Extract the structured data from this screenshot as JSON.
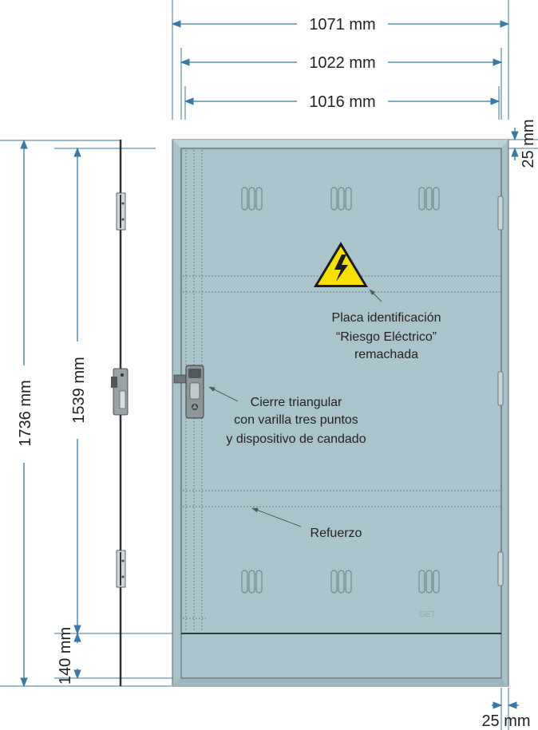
{
  "dimensions": {
    "outer_width": "1071 mm",
    "door_width": "1022 mm",
    "inner_width": "1016 mm",
    "frame_top": "25 mm",
    "frame_side": "25 mm",
    "total_height": "1736 mm",
    "door_height": "1539 mm",
    "base_height": "140 mm"
  },
  "annotations": {
    "plate": [
      "Placa identificación",
      "“Riesgo Eléctrico”",
      "remachada"
    ],
    "lock": [
      "Cierre triangular",
      "con varilla tres puntos",
      "y dispositivo de candado"
    ],
    "reinforcement": "Refuerzo"
  },
  "watermark": "GET",
  "colors": {
    "panel": "#a9c4ca",
    "frame": "#a7c1c8",
    "dimension": "#3b78a5",
    "warning": "#f6e000"
  }
}
